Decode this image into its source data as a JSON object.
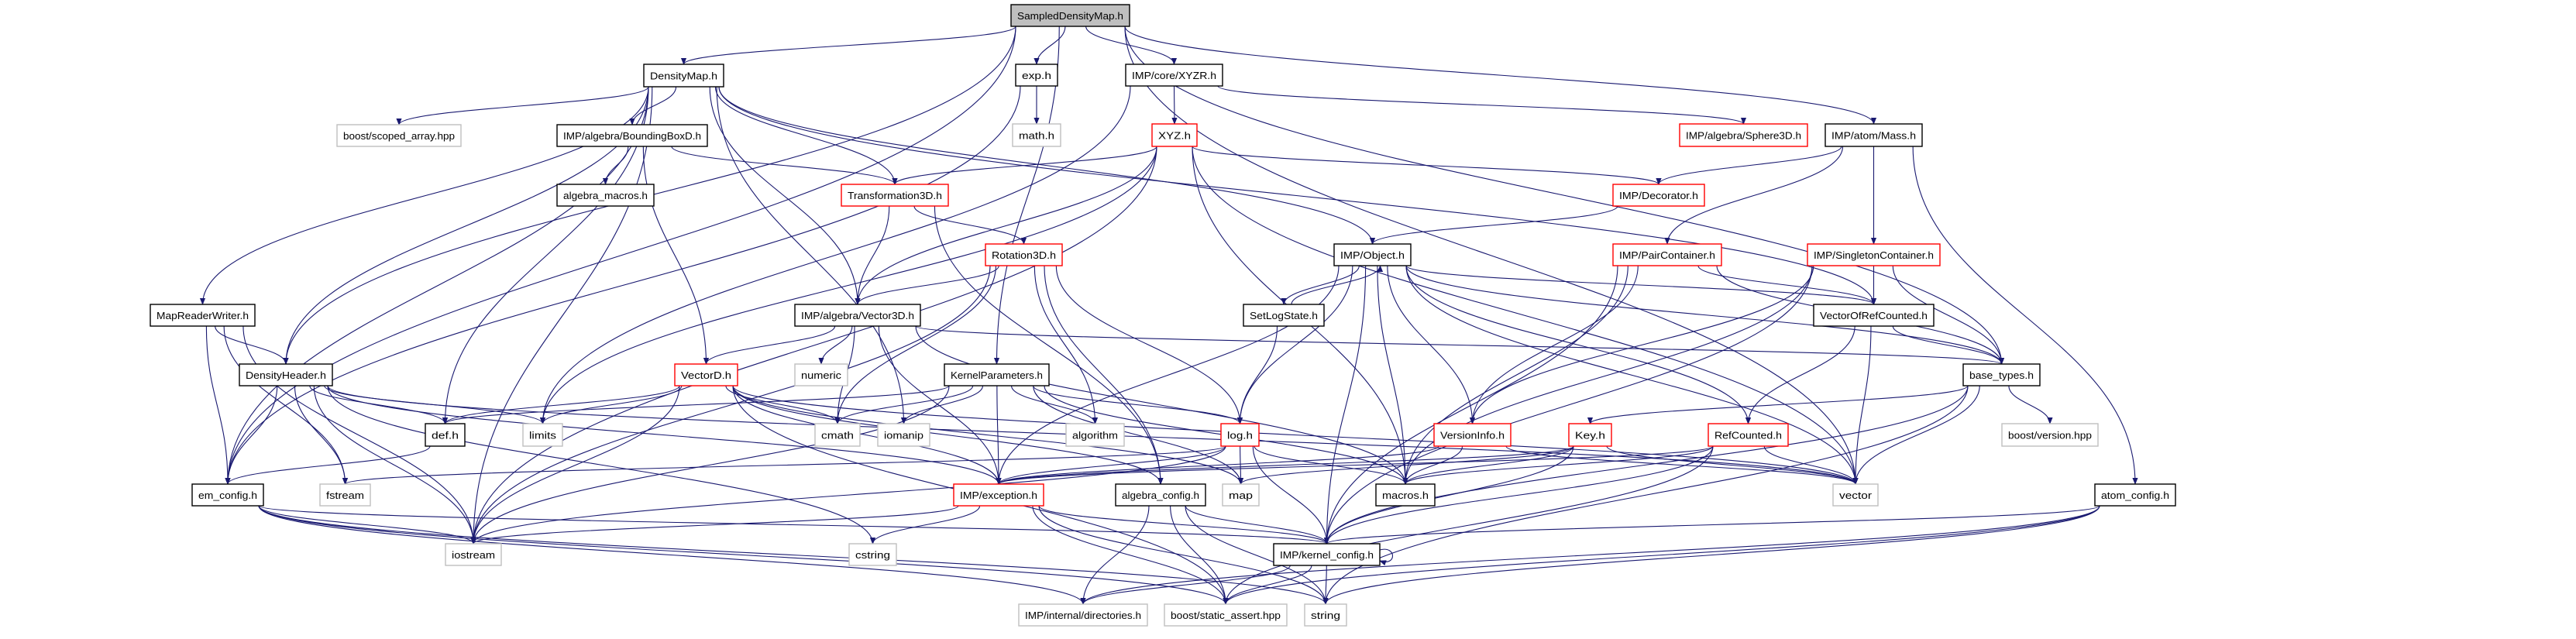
{
  "graph_title": "SampledDensityMap.h",
  "colors": {
    "edge": "#191970",
    "root_fill": "#bfbfbf",
    "documented_border": "#000000",
    "truncated_border": "#ff0000",
    "system_border": "#bfbfbf"
  },
  "nodes": [
    {
      "id": "sdm",
      "label": "SampledDensityMap.h",
      "kind": "root"
    },
    {
      "id": "dmap",
      "label": "DensityMap.h",
      "kind": "documented"
    },
    {
      "id": "exp",
      "label": "exp.h",
      "kind": "documented"
    },
    {
      "id": "xyzr",
      "label": "IMP/core/XYZR.h",
      "kind": "documented"
    },
    {
      "id": "scoped",
      "label": "boost/scoped_array.hpp",
      "kind": "system"
    },
    {
      "id": "bbox",
      "label": "IMP/algebra/BoundingBoxD.h",
      "kind": "documented"
    },
    {
      "id": "math",
      "label": "math.h",
      "kind": "system"
    },
    {
      "id": "xyz",
      "label": "XYZ.h",
      "kind": "truncated"
    },
    {
      "id": "sphere",
      "label": "IMP/algebra/Sphere3D.h",
      "kind": "truncated"
    },
    {
      "id": "mass",
      "label": "IMP/atom/Mass.h",
      "kind": "documented"
    },
    {
      "id": "amacros",
      "label": "algebra_macros.h",
      "kind": "documented"
    },
    {
      "id": "trans",
      "label": "Transformation3D.h",
      "kind": "truncated"
    },
    {
      "id": "decor",
      "label": "IMP/Decorator.h",
      "kind": "truncated"
    },
    {
      "id": "rot",
      "label": "Rotation3D.h",
      "kind": "truncated"
    },
    {
      "id": "object",
      "label": "IMP/Object.h",
      "kind": "documented"
    },
    {
      "id": "pairc",
      "label": "IMP/PairContainer.h",
      "kind": "truncated"
    },
    {
      "id": "singc",
      "label": "IMP/SingletonContainer.h",
      "kind": "truncated"
    },
    {
      "id": "mrw",
      "label": "MapReaderWriter.h",
      "kind": "documented"
    },
    {
      "id": "v3d",
      "label": "IMP/algebra/Vector3D.h",
      "kind": "documented"
    },
    {
      "id": "setlog",
      "label": "SetLogState.h",
      "kind": "documented"
    },
    {
      "id": "vorc",
      "label": "VectorOfRefCounted.h",
      "kind": "documented"
    },
    {
      "id": "dheader",
      "label": "DensityHeader.h",
      "kind": "documented"
    },
    {
      "id": "vecd",
      "label": "VectorD.h",
      "kind": "truncated"
    },
    {
      "id": "numeric",
      "label": "numeric",
      "kind": "system"
    },
    {
      "id": "kparams",
      "label": "KernelParameters.h",
      "kind": "documented"
    },
    {
      "id": "btypes",
      "label": "base_types.h",
      "kind": "documented"
    },
    {
      "id": "def",
      "label": "def.h",
      "kind": "documented"
    },
    {
      "id": "limits",
      "label": "limits",
      "kind": "system"
    },
    {
      "id": "cmath",
      "label": "cmath",
      "kind": "system"
    },
    {
      "id": "iomanip",
      "label": "iomanip",
      "kind": "system"
    },
    {
      "id": "algorithm",
      "label": "algorithm",
      "kind": "system"
    },
    {
      "id": "log",
      "label": "log.h",
      "kind": "truncated"
    },
    {
      "id": "version",
      "label": "VersionInfo.h",
      "kind": "truncated"
    },
    {
      "id": "key",
      "label": "Key.h",
      "kind": "truncated"
    },
    {
      "id": "refc",
      "label": "RefCounted.h",
      "kind": "truncated"
    },
    {
      "id": "bversion",
      "label": "boost/version.hpp",
      "kind": "system"
    },
    {
      "id": "emconfig",
      "label": "em_config.h",
      "kind": "documented"
    },
    {
      "id": "fstream",
      "label": "fstream",
      "kind": "system"
    },
    {
      "id": "exception",
      "label": "IMP/exception.h",
      "kind": "truncated"
    },
    {
      "id": "aconfig",
      "label": "algebra_config.h",
      "kind": "documented"
    },
    {
      "id": "map",
      "label": "map",
      "kind": "system"
    },
    {
      "id": "macros",
      "label": "macros.h",
      "kind": "documented"
    },
    {
      "id": "vector",
      "label": "vector",
      "kind": "system"
    },
    {
      "id": "atomconfig",
      "label": "atom_config.h",
      "kind": "documented"
    },
    {
      "id": "iostream",
      "label": "iostream",
      "kind": "system"
    },
    {
      "id": "cstring",
      "label": "cstring",
      "kind": "system"
    },
    {
      "id": "kconfig",
      "label": "IMP/kernel_config.h",
      "kind": "documented"
    },
    {
      "id": "dirs",
      "label": "IMP/internal/directories.h",
      "kind": "system"
    },
    {
      "id": "sassert",
      "label": "boost/static_assert.hpp",
      "kind": "system"
    },
    {
      "id": "string",
      "label": "string",
      "kind": "system"
    }
  ],
  "edges": [
    [
      "sdm",
      "dmap"
    ],
    [
      "sdm",
      "exp"
    ],
    [
      "sdm",
      "xyzr"
    ],
    [
      "sdm",
      "mass"
    ],
    [
      "sdm",
      "kparams"
    ],
    [
      "sdm",
      "emconfig"
    ],
    [
      "sdm",
      "dheader"
    ],
    [
      "sdm",
      "btypes"
    ],
    [
      "sdm",
      "vector"
    ],
    [
      "dmap",
      "scoped"
    ],
    [
      "dmap",
      "bbox"
    ],
    [
      "dmap",
      "mrw"
    ],
    [
      "dmap",
      "dheader"
    ],
    [
      "dmap",
      "emconfig"
    ],
    [
      "dmap",
      "def"
    ],
    [
      "dmap",
      "iostream"
    ],
    [
      "dmap",
      "trans"
    ],
    [
      "dmap",
      "v3d"
    ],
    [
      "dmap",
      "object"
    ],
    [
      "dmap",
      "vorc"
    ],
    [
      "dmap",
      "iomanip"
    ],
    [
      "exp",
      "math"
    ],
    [
      "exp",
      "emconfig"
    ],
    [
      "xyzr",
      "xyz"
    ],
    [
      "xyzr",
      "sphere"
    ],
    [
      "xyzr",
      "limits"
    ],
    [
      "xyz",
      "trans"
    ],
    [
      "xyz",
      "v3d"
    ],
    [
      "xyz",
      "decor"
    ],
    [
      "xyz",
      "limits"
    ],
    [
      "xyz",
      "vector"
    ],
    [
      "xyz",
      "macros"
    ],
    [
      "xyz",
      "iostream"
    ],
    [
      "mass",
      "decor"
    ],
    [
      "mass",
      "pairc"
    ],
    [
      "mass",
      "singc"
    ],
    [
      "mass",
      "atomconfig"
    ],
    [
      "bbox",
      "amacros"
    ],
    [
      "bbox",
      "trans"
    ],
    [
      "bbox",
      "vecd"
    ],
    [
      "trans",
      "rot"
    ],
    [
      "trans",
      "v3d"
    ],
    [
      "trans",
      "aconfig"
    ],
    [
      "decor",
      "object"
    ],
    [
      "rot",
      "v3d"
    ],
    [
      "rot",
      "cmath"
    ],
    [
      "rot",
      "log"
    ],
    [
      "rot",
      "aconfig"
    ],
    [
      "rot",
      "algorithm"
    ],
    [
      "rot",
      "iostream"
    ],
    [
      "object",
      "setlog"
    ],
    [
      "object",
      "log"
    ],
    [
      "object",
      "version"
    ],
    [
      "object",
      "refc"
    ],
    [
      "object",
      "macros"
    ],
    [
      "object",
      "kconfig"
    ],
    [
      "object",
      "vector"
    ],
    [
      "object",
      "vorc"
    ],
    [
      "object",
      "exception"
    ],
    [
      "object",
      "btypes"
    ],
    [
      "setlog",
      "object"
    ],
    [
      "setlog",
      "log"
    ],
    [
      "pairc",
      "version"
    ],
    [
      "pairc",
      "vorc"
    ],
    [
      "pairc",
      "btypes"
    ],
    [
      "pairc",
      "macros"
    ],
    [
      "pairc",
      "kconfig"
    ],
    [
      "singc",
      "vorc"
    ],
    [
      "singc",
      "btypes"
    ],
    [
      "singc",
      "version"
    ],
    [
      "singc",
      "macros"
    ],
    [
      "singc",
      "kconfig"
    ],
    [
      "mrw",
      "dheader"
    ],
    [
      "mrw",
      "emconfig"
    ],
    [
      "mrw",
      "iostream"
    ],
    [
      "mrw",
      "fstream"
    ],
    [
      "v3d",
      "vecd"
    ],
    [
      "v3d",
      "numeric"
    ],
    [
      "v3d",
      "cmath"
    ],
    [
      "v3d",
      "btypes"
    ],
    [
      "v3d",
      "exception"
    ],
    [
      "v3d",
      "macros"
    ],
    [
      "vorc",
      "btypes"
    ],
    [
      "vorc",
      "refc"
    ],
    [
      "vorc",
      "vector"
    ],
    [
      "dheader",
      "def"
    ],
    [
      "dheader",
      "limits"
    ],
    [
      "dheader",
      "emconfig"
    ],
    [
      "dheader",
      "fstream"
    ],
    [
      "dheader",
      "iostream"
    ],
    [
      "dheader",
      "exception"
    ],
    [
      "dheader",
      "cstring"
    ],
    [
      "dheader",
      "vector"
    ],
    [
      "vecd",
      "limits"
    ],
    [
      "vecd",
      "cmath"
    ],
    [
      "vecd",
      "exception"
    ],
    [
      "vecd",
      "aconfig"
    ],
    [
      "vecd",
      "iostream"
    ],
    [
      "vecd",
      "sassert"
    ],
    [
      "vecd",
      "vector"
    ],
    [
      "vecd",
      "def"
    ],
    [
      "vecd",
      "map"
    ],
    [
      "kparams",
      "def"
    ],
    [
      "kparams",
      "cmath"
    ],
    [
      "kparams",
      "iomanip"
    ],
    [
      "kparams",
      "algorithm"
    ],
    [
      "kparams",
      "log"
    ],
    [
      "kparams",
      "exception"
    ],
    [
      "kparams",
      "macros"
    ],
    [
      "kparams",
      "iostream"
    ],
    [
      "kparams",
      "map"
    ],
    [
      "btypes",
      "key"
    ],
    [
      "btypes",
      "bversion"
    ],
    [
      "btypes",
      "vector"
    ],
    [
      "btypes",
      "kconfig"
    ],
    [
      "btypes",
      "string"
    ],
    [
      "def",
      "emconfig"
    ],
    [
      "log",
      "map"
    ],
    [
      "log",
      "macros"
    ],
    [
      "log",
      "kconfig"
    ],
    [
      "log",
      "fstream"
    ],
    [
      "log",
      "iostream"
    ],
    [
      "log",
      "exception"
    ],
    [
      "version",
      "macros"
    ],
    [
      "version",
      "exception"
    ],
    [
      "version",
      "vector"
    ],
    [
      "key",
      "macros"
    ],
    [
      "key",
      "exception"
    ],
    [
      "key",
      "vector"
    ],
    [
      "key",
      "map"
    ],
    [
      "key",
      "kconfig"
    ],
    [
      "refc",
      "exception"
    ],
    [
      "refc",
      "macros"
    ],
    [
      "refc",
      "vector"
    ],
    [
      "refc",
      "kconfig"
    ],
    [
      "refc",
      "sassert"
    ],
    [
      "emconfig",
      "iostream"
    ],
    [
      "emconfig",
      "kconfig"
    ],
    [
      "emconfig",
      "dirs"
    ],
    [
      "emconfig",
      "sassert"
    ],
    [
      "emconfig",
      "string"
    ],
    [
      "exception",
      "cstring"
    ],
    [
      "exception",
      "kconfig"
    ],
    [
      "exception",
      "iostream"
    ],
    [
      "exception",
      "sassert"
    ],
    [
      "exception",
      "string"
    ],
    [
      "aconfig",
      "kconfig"
    ],
    [
      "aconfig",
      "dirs"
    ],
    [
      "aconfig",
      "sassert"
    ],
    [
      "aconfig",
      "string"
    ],
    [
      "kconfig",
      "kconfig"
    ],
    [
      "kconfig",
      "dirs"
    ],
    [
      "kconfig",
      "sassert"
    ],
    [
      "kconfig",
      "string"
    ],
    [
      "atomconfig",
      "kconfig"
    ],
    [
      "atomconfig",
      "dirs"
    ],
    [
      "atomconfig",
      "sassert"
    ],
    [
      "atomconfig",
      "string"
    ]
  ]
}
